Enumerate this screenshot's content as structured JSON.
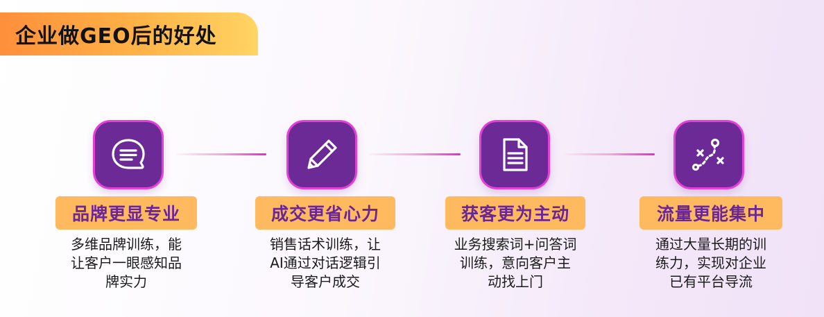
{
  "title": "企业做GEO后的好处",
  "colors": {
    "title_banner_start": "#ff8f3a",
    "title_banner_end": "#ffd563",
    "icon_background": "#6b2a95",
    "icon_border": "#e63fd6",
    "badge_background": "#ffba5f",
    "badge_text": "#6a2694",
    "connector_end": "#e82ad0"
  },
  "benefits": [
    {
      "icon": "chat-bubble-icon",
      "label": "品牌更显专业",
      "desc_lines": [
        "多维品牌训练，能",
        "让客户一眼感知品",
        "牌实力"
      ]
    },
    {
      "icon": "pencil-icon",
      "label": "成交更省心力",
      "desc_lines": [
        "销售话术训练，让",
        "AI通过对话逻辑引",
        "导客户成交"
      ]
    },
    {
      "icon": "document-icon",
      "label": "获客更为主动",
      "desc_lines": [
        "业务搜索词+问答词",
        "训练，意向客户主",
        "动找上门"
      ]
    },
    {
      "icon": "strategy-path-icon",
      "label": "流量更能集中",
      "desc_lines": [
        "通过大量长期的训",
        "练力，实现对企业",
        "已有平台导流"
      ]
    }
  ]
}
